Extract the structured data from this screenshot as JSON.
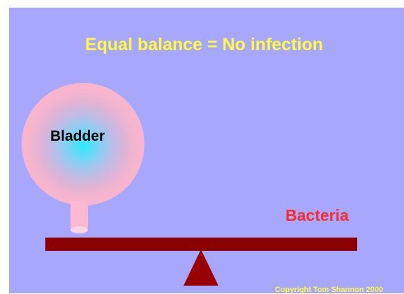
{
  "title": "Equal balance = No infection",
  "labels": {
    "bladder": "Bladder",
    "bacteria": "Bacteria"
  },
  "copyright": "Copyright Tom Shannon 2000",
  "colors": {
    "background": "#a7a7fe",
    "title_text": "#fffa3c",
    "bladder_pink": "#fbb8d0",
    "bladder_center": "#30e8ff",
    "bacteria_text": "#ff2a2a",
    "beam": "#8b0000",
    "fulcrum": "#990000"
  }
}
